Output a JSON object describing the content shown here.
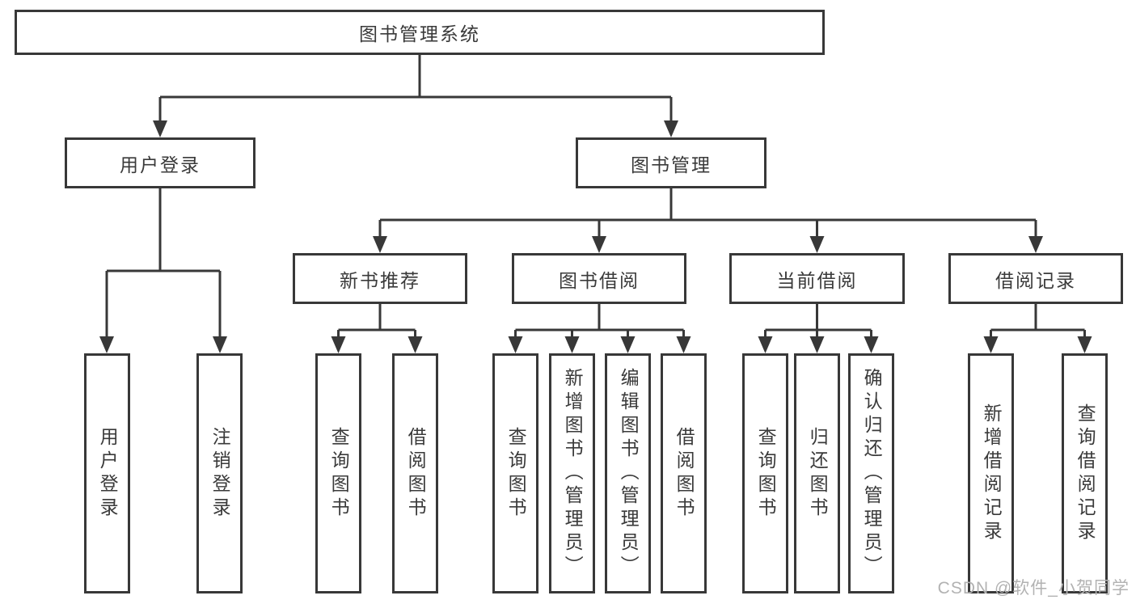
{
  "colors": {
    "line": "#383838",
    "box_border": "#383838",
    "text": "#3a3a3a",
    "background": "#ffffff",
    "watermark_text_color": "#b2b2b2"
  },
  "watermark": {
    "text": "CSDN @软件_小贺同学"
  },
  "tree": {
    "root": {
      "label": "图书管理系统"
    },
    "branches": [
      {
        "label": "用户登录",
        "leaves": [
          "用户登录",
          "注销登录"
        ]
      },
      {
        "label": "图书管理",
        "sections": [
          {
            "label": "新书推荐",
            "leaves": [
              "查询图书",
              "借阅图书"
            ]
          },
          {
            "label": "图书借阅",
            "leaves": [
              "查询图书",
              "新增图书（管理员）",
              "编辑图书（管理员）",
              "借阅图书"
            ]
          },
          {
            "label": "当前借阅",
            "leaves": [
              "查询图书",
              "归还图书",
              "确认归还（管理员）"
            ]
          },
          {
            "label": "借阅记录",
            "leaves": [
              "新增借阅记录",
              "查询借阅记录"
            ]
          }
        ]
      }
    ]
  }
}
